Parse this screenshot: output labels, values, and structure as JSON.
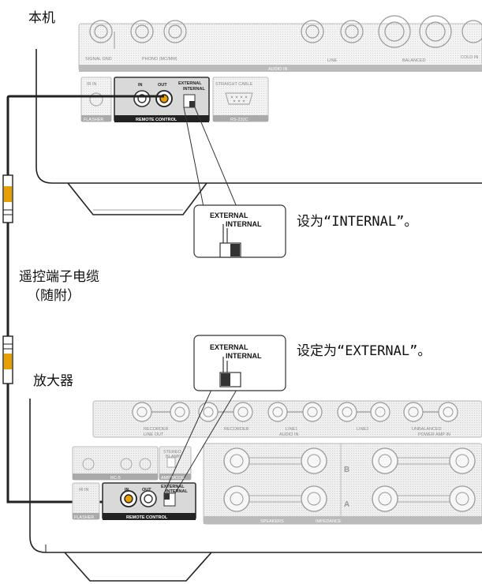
{
  "labels": {
    "unit_top": "本机",
    "cable_line1": "遥控端子电缆",
    "cable_line2": "（随附）",
    "amplifier": "放大器",
    "callout_top_instruction": "设为“INTERNAL”。",
    "callout_bottom_instruction": "设定为“EXTERNAL”。"
  },
  "top_unit": {
    "audio_in": "AUDIO IN",
    "signal_gnd": "SIGNAL\nGND",
    "phono": "PHONO\n(MC/MM)",
    "line": "LINE",
    "balanced": "BALANCED",
    "cold": "COLD\nIN",
    "ir_in": "IR\nIN",
    "flasher": "FLASHER",
    "in": "IN",
    "out": "OUT",
    "external": "EXTERNAL",
    "internal": "INTERNAL",
    "remote_control": "REMOTE CONTROL",
    "straight_cable": "STRAIGHT CABLE",
    "rs232c": "RS-232C"
  },
  "callout": {
    "external": "EXTERNAL",
    "internal": "INTERNAL"
  },
  "bottom_unit": {
    "recorder": "RECORDER",
    "line_out": "LINE OUT",
    "line1": "LINE1",
    "audio_in": "AUDIO IN",
    "line2": "LINE2",
    "unbalanced": "UNBALANCED",
    "power_amp_in": "POWER AMP IN",
    "ir_in": "IR\nIN",
    "in": "IN",
    "out": "OUT",
    "stereo": "STEREO",
    "biamp": "BI-AMP",
    "amp_mode": "AMP MODE",
    "rc5": "RC-5",
    "flasher": "FLASHER",
    "external": "EXTERNAL",
    "internal": "INTERNAL",
    "remote_control": "REMOTE CONTROL",
    "speakers": "SPEAKERS",
    "impedance": "IMPEDANCE",
    "a": "A",
    "b": "B"
  }
}
